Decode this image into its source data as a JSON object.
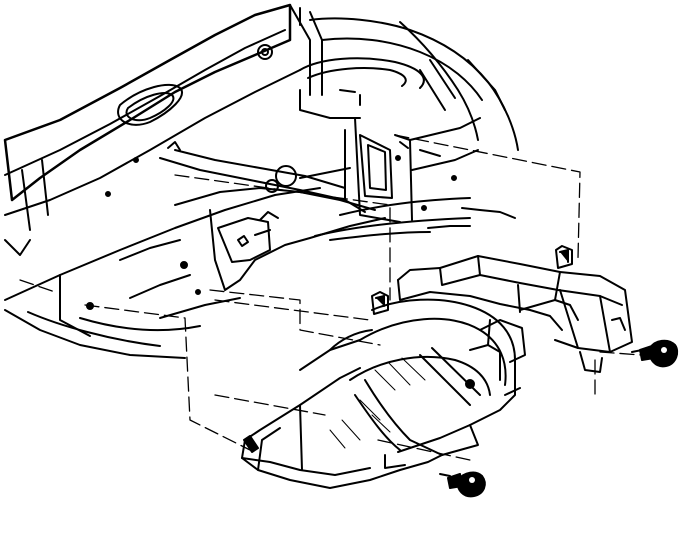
{
  "diagram": {
    "style": "black line-art exploded installation view",
    "line_color": "#000000",
    "background_color": "#ffffff",
    "parts": [
      "floor-pan",
      "wheel-house",
      "duct-assembly",
      "upper-fastener",
      "lower-fastener"
    ],
    "text_labels": []
  }
}
